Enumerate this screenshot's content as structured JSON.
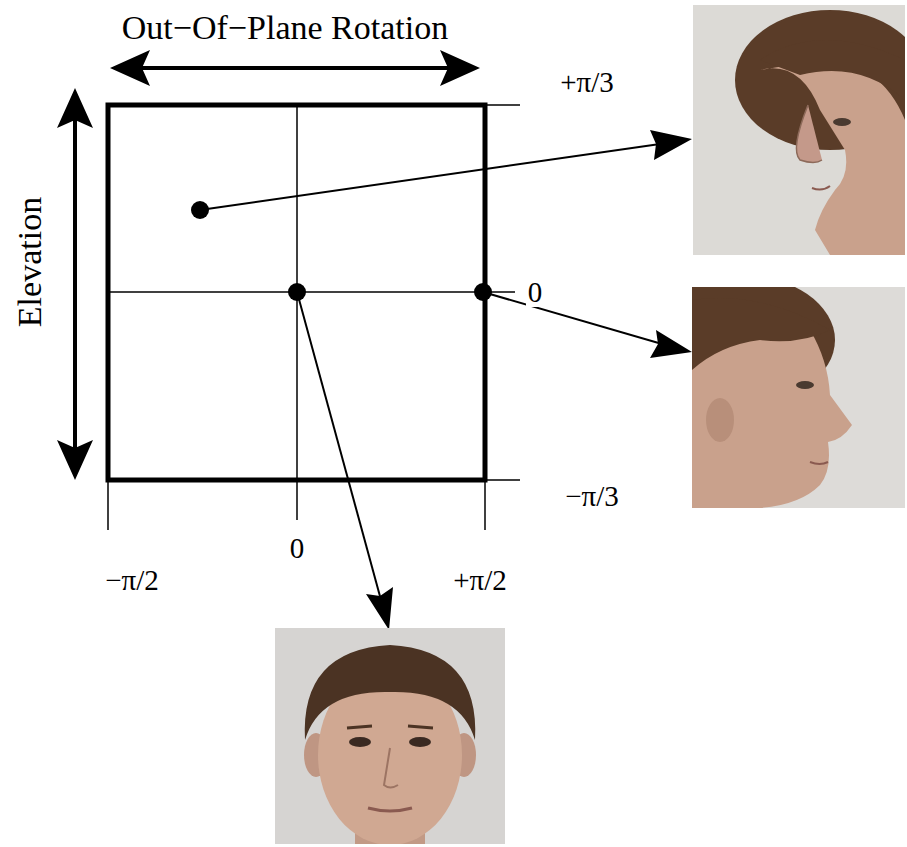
{
  "diagram": {
    "labels": [
      "Out−Of−Plane Rotation",
      "Elevation",
      "+π/3",
      "0",
      "−π/3",
      "−π/2",
      "0",
      "+π/2"
    ]
  }
}
